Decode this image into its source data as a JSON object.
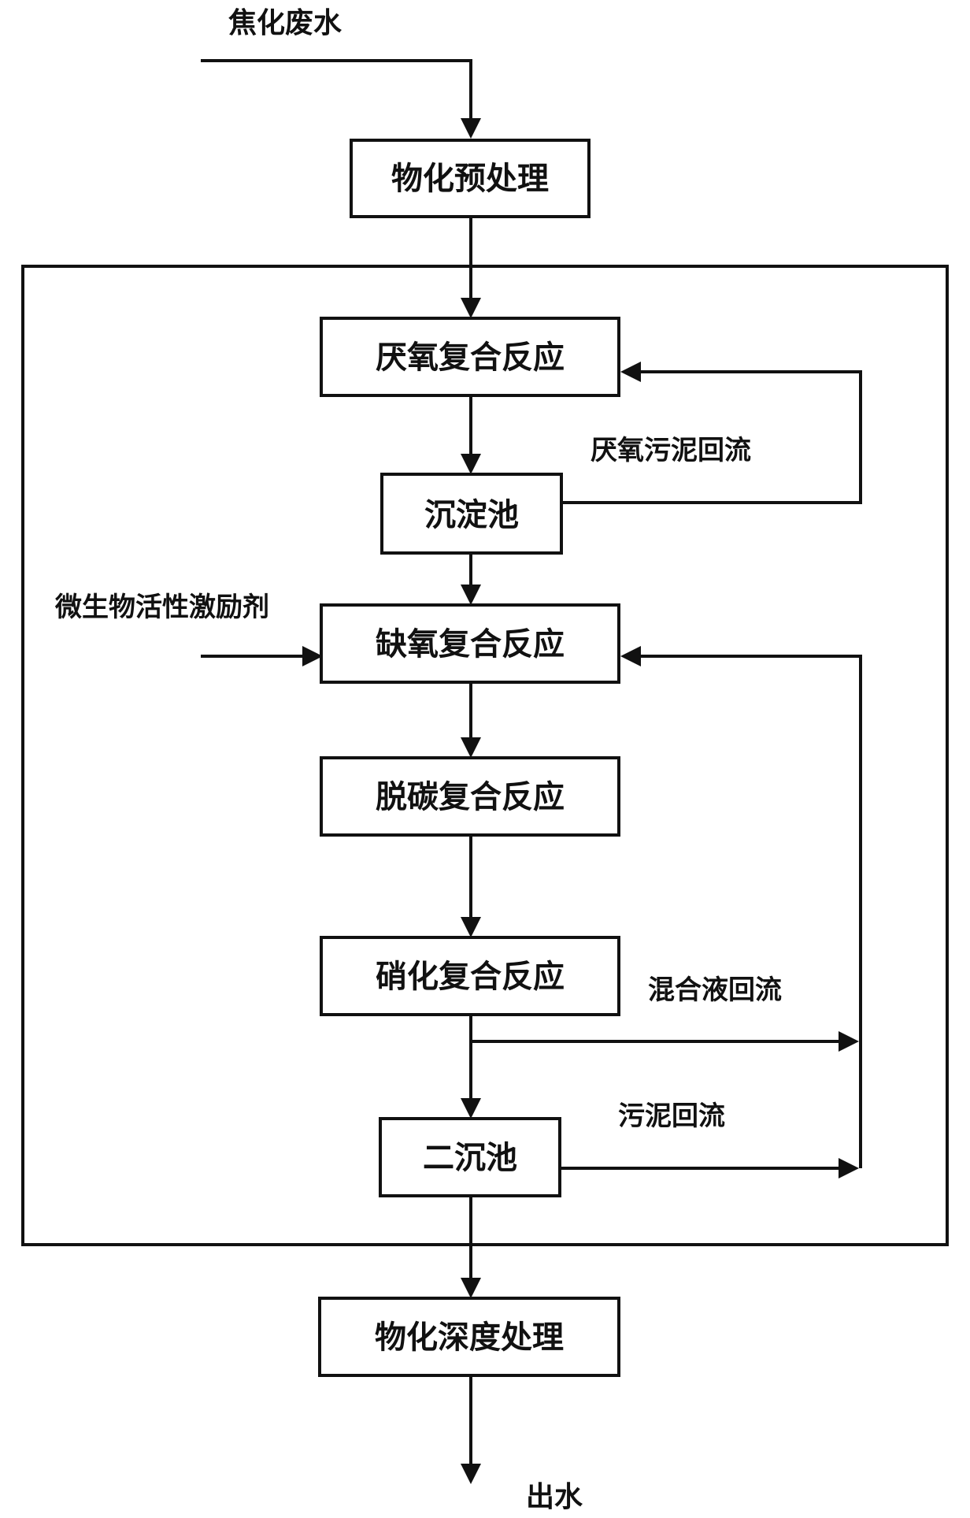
{
  "inputs": {
    "wastewater": "焦化废水",
    "stimulant": "微生物活性激励剂"
  },
  "boxes": {
    "pretreatment": "物化预处理",
    "anaerobic": "厌氧复合反应",
    "settling": "沉淀池",
    "anoxic": "缺氧复合反应",
    "decarbon": "脱碳复合反应",
    "nitrification": "硝化复合反应",
    "secondary_settling": "二沉池",
    "advanced_treatment": "物化深度处理"
  },
  "loops": {
    "anaerobic_sludge_return": "厌氧污泥回流",
    "mixed_liquor_return": "混合液回流",
    "sludge_return": "污泥回流"
  },
  "output": {
    "effluent": "出水"
  }
}
